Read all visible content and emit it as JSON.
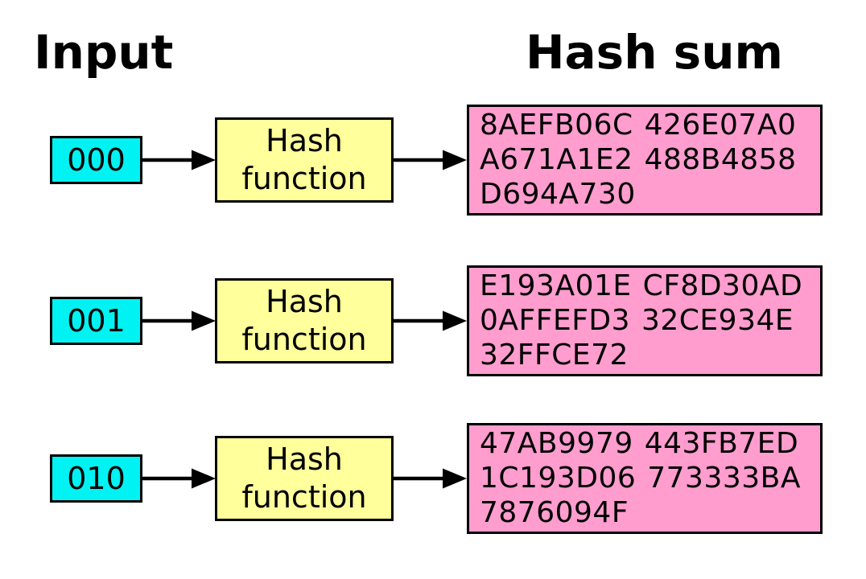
{
  "titles": {
    "input": "Input",
    "hash_sum": "Hash sum"
  },
  "hash_function_label": "Hash function",
  "colors": {
    "background": "#FFFFFF",
    "input_box": "#00F2F2",
    "hash_function_box": "#FFFF9C",
    "hash_sum_box": "#FF9DCF",
    "border": "#000000",
    "arrow": "#000000"
  },
  "rows": [
    {
      "input": "000",
      "hash_sum": "8AEFB06C 426E07A0 A671A1E2 488B4858 D694A730"
    },
    {
      "input": "001",
      "hash_sum": "E193A01E CF8D30AD 0AFFEFD3 32CE934E 32FFCE72"
    },
    {
      "input": "010",
      "hash_sum": "47AB9979 443FB7ED 1C193D06 773333BA 7876094F"
    }
  ]
}
